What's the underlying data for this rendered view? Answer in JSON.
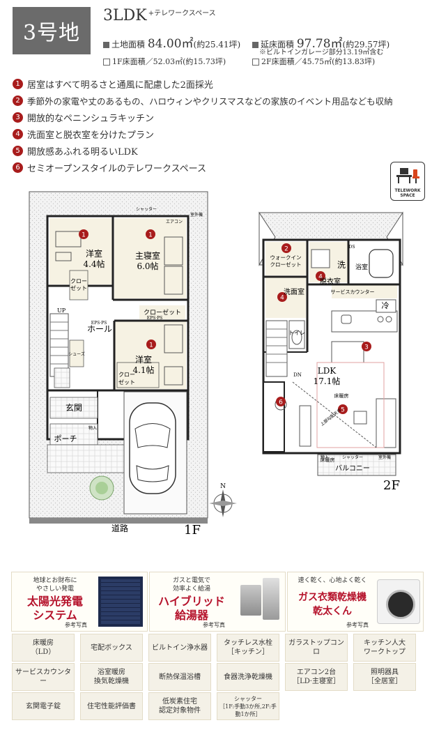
{
  "header": {
    "lot": "3号地",
    "plan_type": "3LDK",
    "plan_suffix": "+テレワークスペース",
    "land_area_label": "土地面積",
    "land_area_value": "84.00㎡",
    "land_area_tsubo": "(約25.41坪)",
    "floor_area_label": "延床面積",
    "floor_area_value": "97.78㎡",
    "floor_area_tsubo": "(約29.57坪)",
    "garage_note": "※ビルトインガレージ部分13.19㎡含む",
    "floor1_area": "1F床面積／52.03㎡(約15.73坪)",
    "floor2_area": "2F床面積／45.75㎡(約13.83坪)"
  },
  "features": [
    {
      "num": "1",
      "text": "居室はすべて明るさと通風に配慮した2面採光"
    },
    {
      "num": "2",
      "text": "季節外の家電や丈のあるもの、ハロウィンやクリスマスなどの家族のイベント用品なども収納"
    },
    {
      "num": "3",
      "text": "開放的なペニンシュラキッチン"
    },
    {
      "num": "4",
      "text": "洗面室と脱衣室を分けたプラン"
    },
    {
      "num": "5",
      "text": "開放感あふれる明るいLDK"
    },
    {
      "num": "6",
      "text": "セミオープンスタイルのテレワークスペース"
    }
  ],
  "telework_badge": {
    "line1": "TELEWORK",
    "line2": "SPACE",
    "icon": "desk-chair-icon"
  },
  "floorplan_1f": {
    "label": "1F",
    "road": "道路",
    "rooms": {
      "western_a": "洋室",
      "western_a_size": "4.4帖",
      "master": "主寝室",
      "master_size": "6.0帖",
      "closet_a": "クロー",
      "closet_a2": "ゼット",
      "closet_b": "クローゼット",
      "hall": "ホール",
      "western_b": "洋室",
      "western_b_size": "4.1帖",
      "closet_c": "クロー",
      "closet_c2": "ゼット",
      "shoes": "シューズ",
      "entrance": "玄関",
      "porch": "ポーチ",
      "up": "UP",
      "eps": "EPS·PS",
      "aircon": "エアコン",
      "outdoor_unit": "室外機",
      "shutter": "シャッター",
      "storage": "物入"
    }
  },
  "floorplan_2f": {
    "label": "2F",
    "rooms": {
      "walkin": "ウォークイン",
      "walkin2": "クローゼット",
      "wash": "洗",
      "bath": "浴室",
      "dressing": "脱衣室",
      "washroom": "洗面室",
      "counter": "サービスカウンター",
      "fridge": "冷",
      "toilet": "トイレ",
      "ldk": "LDK",
      "ldk_size": "17.1帖",
      "floor_heating": "床暖房",
      "dn": "DN",
      "ds": "DS",
      "ceiling": "上部勾配天井",
      "balcony": "バルコニー",
      "shutter": "シャッター",
      "outdoor_unit": "室外機",
      "storage": "物入"
    }
  },
  "compass": "N",
  "panels": [
    {
      "catch1": "地球とお財布に",
      "catch2": "やさしい発電",
      "head1": "太陽光発電",
      "head2": "システム",
      "ref": "参考写真"
    },
    {
      "catch1": "ガスと電気で",
      "catch2": "効率よく給湯",
      "head1": "ハイブリッド",
      "head2": "給湯器",
      "ref": "参考写真"
    },
    {
      "catch1": "速く乾く、心地よく乾く",
      "head1": "ガス衣類乾燥機",
      "head2": "乾太くん",
      "ref": "参考写真"
    }
  ],
  "equipment": [
    "床暖房\n（LD）",
    "宅配ボックス",
    "ビルトイン浄水器",
    "タッチレス水栓\n［キッチン］",
    "ガラストップコンロ",
    "キッチン人大\nワークトップ",
    "サービスカウンター",
    "浴室暖房\n換気乾燥機",
    "断熱保温浴槽",
    "食器洗浄乾燥機",
    "エアコン2台\n［LD·主寝室］",
    "照明器具\n［全居室］",
    "玄関電子錠",
    "住宅性能評価書",
    "低炭素住宅\n認定対象物件",
    "シャッター\n［1F:手動3か所,2F:手動1か所］"
  ],
  "colors": {
    "accent": "#a81c1c",
    "badge": "#6b6b6b",
    "heading": "#b5122b",
    "chip": "#f4f1e7"
  }
}
